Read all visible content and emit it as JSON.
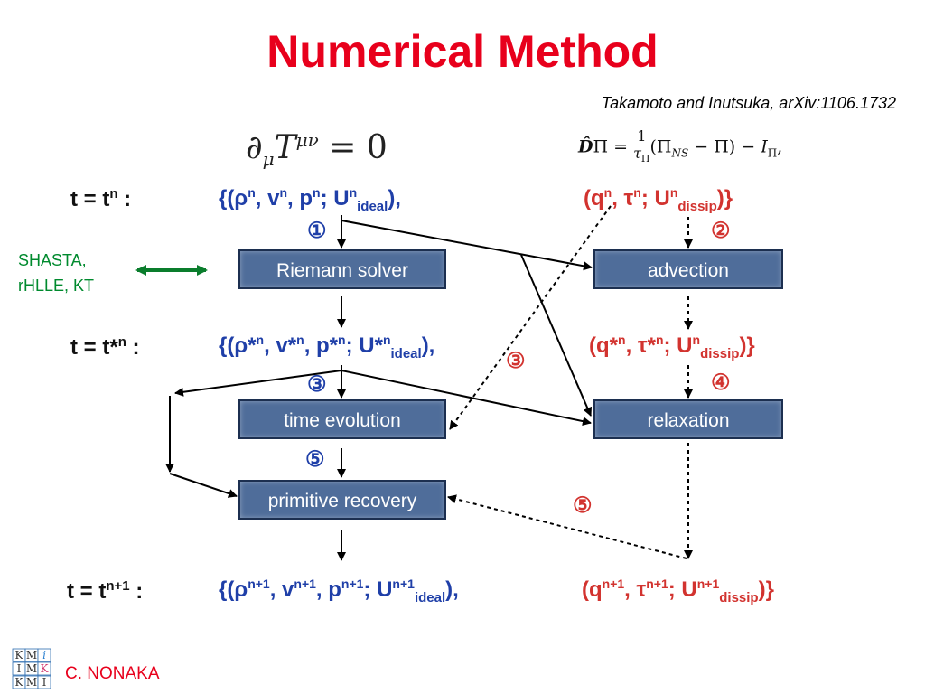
{
  "title": "Numerical Method",
  "reference": "Takamoto and Inutsuka, arXiv:1106.1732",
  "equations": {
    "conservation": "∂μT^μν = 0",
    "relaxation": "D̂Π = (1/τΠ)(ΠNS − Π) − IΠ,"
  },
  "rows": {
    "tn": {
      "label": "t = t",
      "label_sup": "n",
      "label_tail": " :",
      "ideal": [
        "{(ρ",
        "n",
        ", v",
        "n",
        ", p",
        "n",
        ";  U",
        "n",
        "ideal",
        "),"
      ],
      "dissip": [
        "(q",
        "n",
        ", τ",
        "n",
        ";   U",
        "n",
        "dissip",
        ")}"
      ]
    },
    "tstar": {
      "label": "t = t*",
      "label_sup": "n",
      "label_tail": " :",
      "ideal": [
        "{(ρ*",
        "n",
        ", v*",
        "n",
        ", p*",
        "n",
        ";  U*",
        "n",
        "ideal",
        "),"
      ],
      "dissip": [
        "(q*",
        "n",
        ", τ*",
        "n",
        ";   U",
        "n",
        "dissip",
        ")}"
      ]
    },
    "tn1": {
      "label": "t = t",
      "label_sup": "n+1",
      "label_tail": " :",
      "ideal": [
        "{(ρ",
        "n+1",
        ", v",
        "n+1",
        ", p",
        "n+1",
        ";  U",
        "n+1",
        "ideal",
        "),"
      ],
      "dissip": [
        "(q",
        "n+1",
        ", τ",
        "n+1",
        ";   U",
        "n+1",
        "dissip",
        ")}"
      ]
    }
  },
  "boxes": {
    "riemann": "Riemann solver",
    "advection": "advection",
    "time_evolution": "time evolution",
    "relaxation": "relaxation",
    "primitive_recovery": "primitive recovery"
  },
  "steps": {
    "s1": "①",
    "s2": "②",
    "s3a": "③",
    "s3b": "③",
    "s4": "④",
    "s5a": "⑤",
    "s5b": "⑤"
  },
  "schemes": {
    "line1": "SHASTA,",
    "line2": "rHLLE, KT"
  },
  "author": "C. NONAKA",
  "logo": {
    "cells": [
      "K",
      "M",
      "i",
      "I",
      "M",
      "K",
      "K",
      "M",
      "I"
    ]
  },
  "colors": {
    "title": "#e8001c",
    "ideal": "#1f3fa8",
    "dissip": "#d2332f",
    "box": "#4f6d9a",
    "schemes": "#008a2e"
  }
}
